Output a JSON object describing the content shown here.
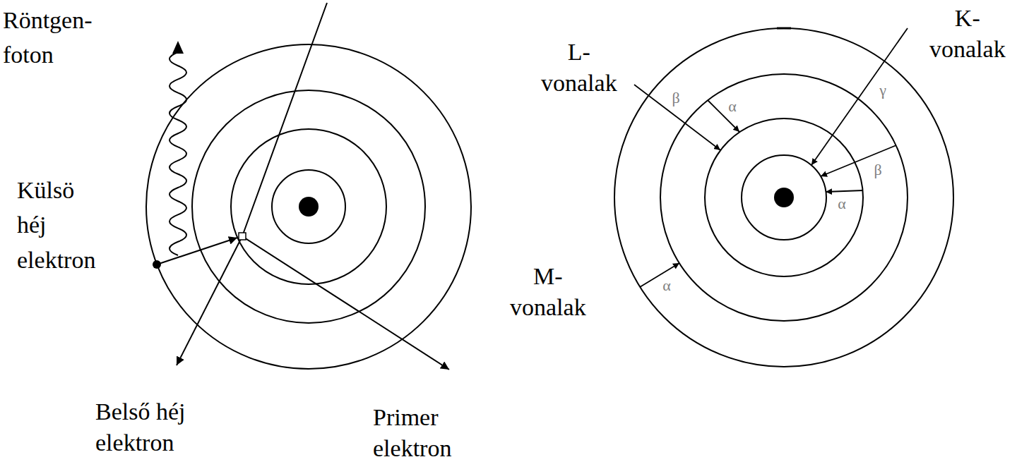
{
  "diagram": {
    "labels": [
      "Röntgen- foton",
      "Külsö héj elektron",
      "Belső héj elektron",
      "Primer elektron",
      "L- vonalak",
      "K- vonalak",
      "M- vonalak",
      "β",
      "α",
      "γ",
      "β",
      "α",
      "α"
    ]
  }
}
